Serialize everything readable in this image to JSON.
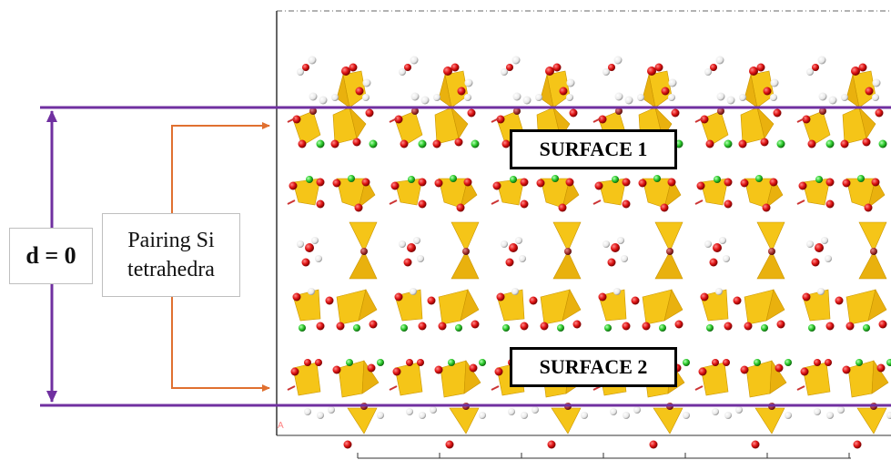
{
  "labels": {
    "d_label": "d = 0",
    "pairing_line1": "Pairing Si",
    "pairing_line2": "tetrahedra",
    "surface1": "SURFACE 1",
    "surface2": "SURFACE 2",
    "origin_marker": "A"
  },
  "colors": {
    "interlayer_lines": "#7030a0",
    "arrows": "#e07030",
    "tetrahedra": "#f5c518",
    "oxygen": "#dd1111",
    "hydrogen": "#f2f2f2",
    "calcium": "#33cc33",
    "silicon": "#aa3333"
  }
}
